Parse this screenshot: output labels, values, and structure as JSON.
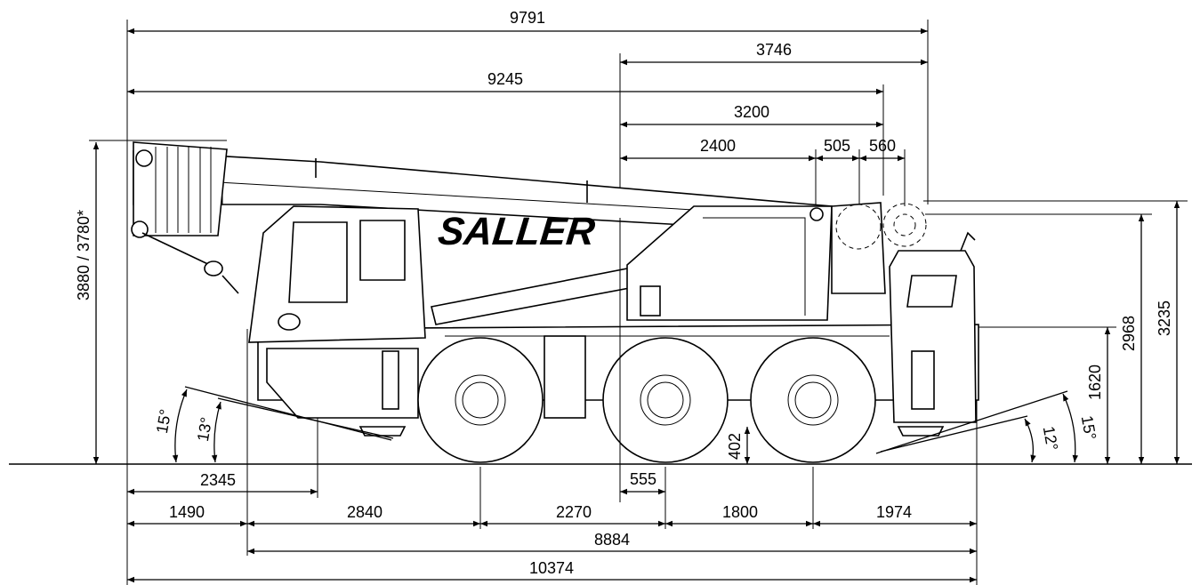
{
  "brand": "SALLER",
  "dimensions": {
    "d9791": "9791",
    "d3746": "3746",
    "d9245": "9245",
    "d3200": "3200",
    "d2400": "2400",
    "d505": "505",
    "d560": "560",
    "d2345": "2345",
    "d1490": "1490",
    "d2840": "2840",
    "d2270": "2270",
    "d1800": "1800",
    "d1974": "1974",
    "d8884": "8884",
    "d10374": "10374",
    "d555": "555",
    "d402": "402",
    "d3880": "3880 / 3780*",
    "d1620": "1620",
    "d2968": "2968",
    "d3235": "3235"
  },
  "angles": {
    "front_outer": "15°",
    "front_inner": "13°",
    "rear_inner": "12°",
    "rear_outer": "15°"
  }
}
